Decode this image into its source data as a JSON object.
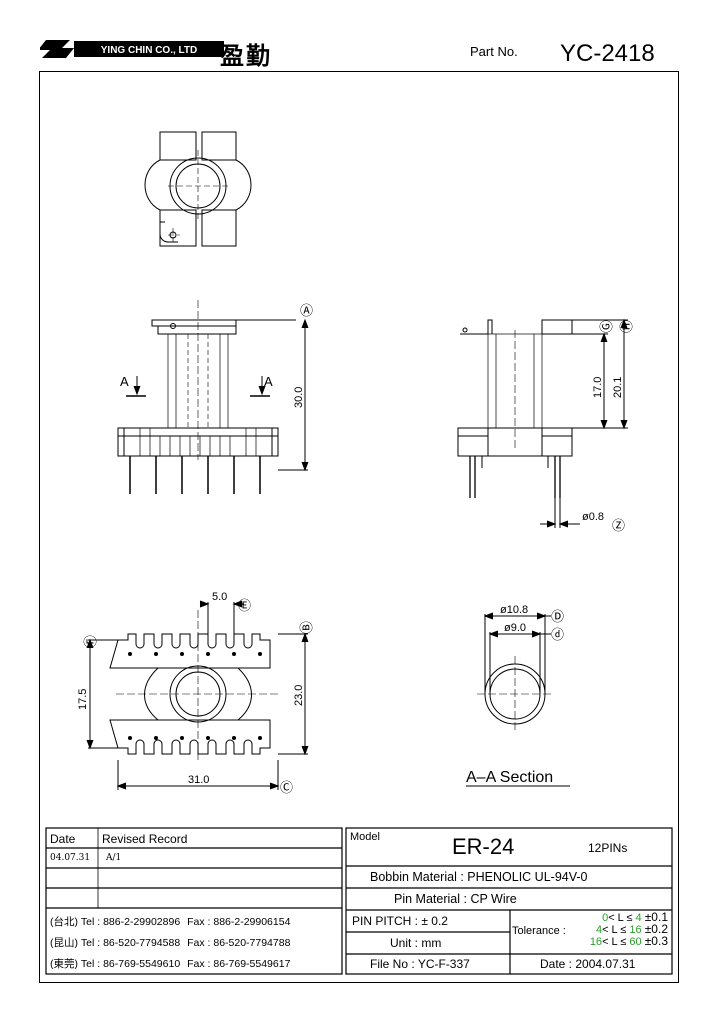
{
  "header": {
    "company_en": "YING CHIN CO., LTD",
    "company_cn": "盈勤",
    "part_label": "Part  No.",
    "part_no": "YC-2418"
  },
  "dims": {
    "a": "Ⓐ",
    "b": "Ⓑ",
    "c": "Ⓒ",
    "d_upper": "Ⓓ",
    "d_lower": "ⓓ",
    "e": "Ⓔ",
    "f": "Ⓕ",
    "g": "Ⓖ",
    "h": "Ⓗ",
    "z": "Ⓩ",
    "v30": "30.0",
    "v17": "17.0",
    "v201": "20.1",
    "v08": "ø0.8",
    "v50": "5.0",
    "v175": "17.5",
    "v230": "23.0",
    "v310": "31.0",
    "v108": "ø10.8",
    "v90": "ø9.0",
    "section_a_left": "A",
    "section_a_right": "A",
    "section_title": "A–A  Section"
  },
  "revision": {
    "col_date": "Date",
    "col_record": "Revised  Record",
    "rows": [
      {
        "date": "04.07.31",
        "record": "A/1"
      }
    ]
  },
  "contacts": [
    {
      "region": "(台北)",
      "tel": "Tel : 886-2-29902896",
      "fax": "Fax : 886-2-29906154"
    },
    {
      "region": "(昆山)",
      "tel": "Tel : 86-520-7794588",
      "fax": "Fax : 86-520-7794788"
    },
    {
      "region": "(東莞)",
      "tel": "Tel : 86-769-5549610",
      "fax": "Fax : 86-769-5549617"
    }
  ],
  "spec": {
    "model_label": "Model",
    "model": "ER-24",
    "pins": "12PINs",
    "bobbin_label": "Bobbin  Material :",
    "bobbin_value": "PHENOLIC UL-94V-0",
    "pin_label": "Pin  Material :",
    "pin_value": "CP Wire",
    "pitch_label": "PIN  PITCH :",
    "pitch_value": "± 0.2",
    "unit_label": "Unit :",
    "unit_value": "mm",
    "file_label": "File  No :",
    "file_value": "YC-F-337",
    "date_label": "Date :",
    "date_value": "2004.07.31",
    "tolerance_label": "Tolerance :",
    "tol_rows": [
      {
        "lo": "0",
        "hi": "4",
        "tol": "±0.1"
      },
      {
        "lo": "4",
        "hi": "16",
        "tol": "±0.2"
      },
      {
        "lo": "16",
        "hi": "60",
        "tol": "±0.3"
      }
    ],
    "tol_mid": "< L ≤ ",
    "green": "#2a9d2a"
  }
}
